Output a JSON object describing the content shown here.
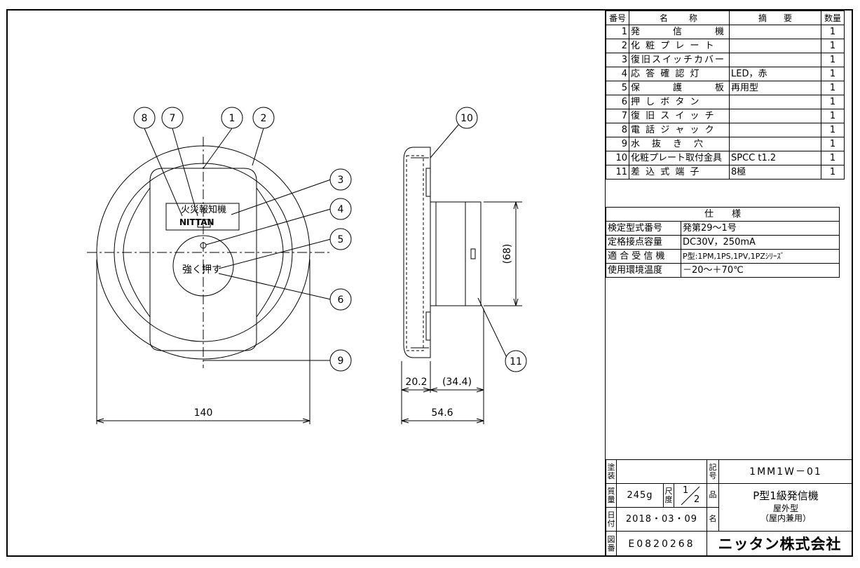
{
  "front_view": {
    "balloons": [
      "8",
      "7",
      "1",
      "2",
      "3",
      "4",
      "5",
      "6",
      "9"
    ],
    "label_plate_text": "火災報知機",
    "logo_text": "NITTAN",
    "button_text": "強く押す",
    "dim_width": "140"
  },
  "side_view": {
    "balloons": [
      "10",
      "11"
    ],
    "dim_height": "(68)",
    "dim_depth_front": "20.2",
    "dim_depth_back": "(34.4)",
    "dim_depth_total": "54.6"
  },
  "parts_table": {
    "headers": {
      "no": "番号",
      "name": "名　　称",
      "remark": "摘　　要",
      "qty": "数量"
    },
    "rows": [
      {
        "no": "1",
        "name": "発　　　信　　　機",
        "remark": "",
        "qty": "1"
      },
      {
        "no": "2",
        "name": "化 粧 プ レ ー ト",
        "remark": "",
        "qty": "1"
      },
      {
        "no": "3",
        "name": "復旧スイッチカバー",
        "remark": "",
        "qty": "1"
      },
      {
        "no": "4",
        "name": "応 答 確 認 灯",
        "remark": "LED，赤",
        "qty": "1"
      },
      {
        "no": "5",
        "name": "保　　　護　　　板",
        "remark": "再用型",
        "qty": "1"
      },
      {
        "no": "6",
        "name": "押 し ボ タ ン",
        "remark": "",
        "qty": "1"
      },
      {
        "no": "7",
        "name": "復 旧 ス イ ッ チ",
        "remark": "",
        "qty": "1"
      },
      {
        "no": "8",
        "name": "電 話 ジ ャ ッ ク",
        "remark": "",
        "qty": "1"
      },
      {
        "no": "9",
        "name": "水　抜　き　穴",
        "remark": "",
        "qty": "1"
      },
      {
        "no": "10",
        "name": "化粧プレート取付金具",
        "remark": "SPCC t1.2",
        "qty": "1"
      },
      {
        "no": "11",
        "name": "差 込 式 端 子",
        "remark": "8極",
        "qty": "1"
      }
    ]
  },
  "spec_table": {
    "header": "仕　　様",
    "rows": [
      {
        "key": "検定型式番号",
        "value": "発第29～1号"
      },
      {
        "key": "定格接点容量",
        "value": "DC30V，250mA"
      },
      {
        "key": "適 合 受 信 機",
        "value": "P型:1PM,1PS,1PV,1PZｼﾘｰｽﾞ"
      },
      {
        "key": "使用環境温度",
        "value": "－20～＋70℃"
      }
    ]
  },
  "title_block": {
    "paint_label": "塗装",
    "paint_value": "",
    "symbol_label": "記号",
    "symbol_value": "1MM1W－01",
    "weight_label": "質量",
    "weight_value": "245g",
    "scale_label": "尺度",
    "scale_num": "1",
    "scale_den": "2",
    "product_label": "品",
    "name_label": "名",
    "product_name": "P型1級発信機",
    "product_sub1": "屋外型",
    "product_sub2": "（屋内兼用）",
    "date_label": "日付",
    "date_value": "2018・03・09",
    "drawing_no_label": "図番",
    "drawing_no_value": "E0820268",
    "company": "ニッタン株式会社"
  }
}
